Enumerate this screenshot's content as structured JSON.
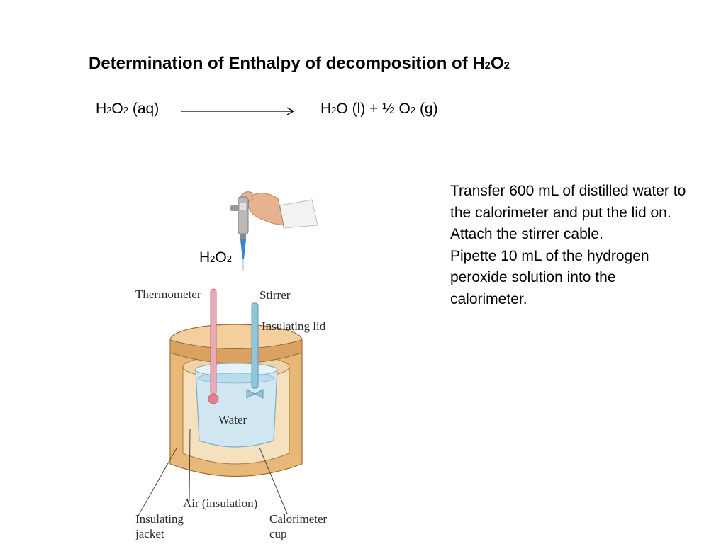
{
  "title": {
    "prefix": "Determination of Enthalpy of decomposition of H",
    "sub1": "2",
    "mid": "O",
    "sub2": "2"
  },
  "equation": {
    "left": {
      "a": "H",
      "s1": "2",
      "b": "O",
      "s2": "2",
      "c": " (aq)"
    },
    "right": {
      "a": "H",
      "s1": "2",
      "b": "O (l) + ½ O",
      "s2": "2",
      "c": " (g)"
    }
  },
  "pipette_label": {
    "a": "H",
    "s1": "2",
    "b": "O",
    "s2": "2"
  },
  "instructions": [
    "Transfer 600 mL of distilled water to the calorimeter and put the lid on. Attach the stirrer cable.",
    "Pipette 10 mL of the hydrogen peroxide solution into the calorimeter."
  ],
  "diagram_labels": {
    "thermometer": "Thermometer",
    "stirrer": "Stirrer",
    "insulating_lid": "Insulating lid",
    "water": "Water",
    "air": "Air (insulation)",
    "insulating_jacket_1": "Insulating",
    "insulating_jacket_2": "jacket",
    "calorimeter_cup_1": "Calorimeter",
    "calorimeter_cup_2": "cup"
  },
  "colors": {
    "jacket": "#e8b878",
    "jacket_dark": "#c98a45",
    "water": "#cfe8f4",
    "thermometer": "#e9a9b7",
    "stirrer": "#8fc6dc",
    "pipette_tip": "#3a86c8",
    "sleeve": "#f2f2f2"
  }
}
